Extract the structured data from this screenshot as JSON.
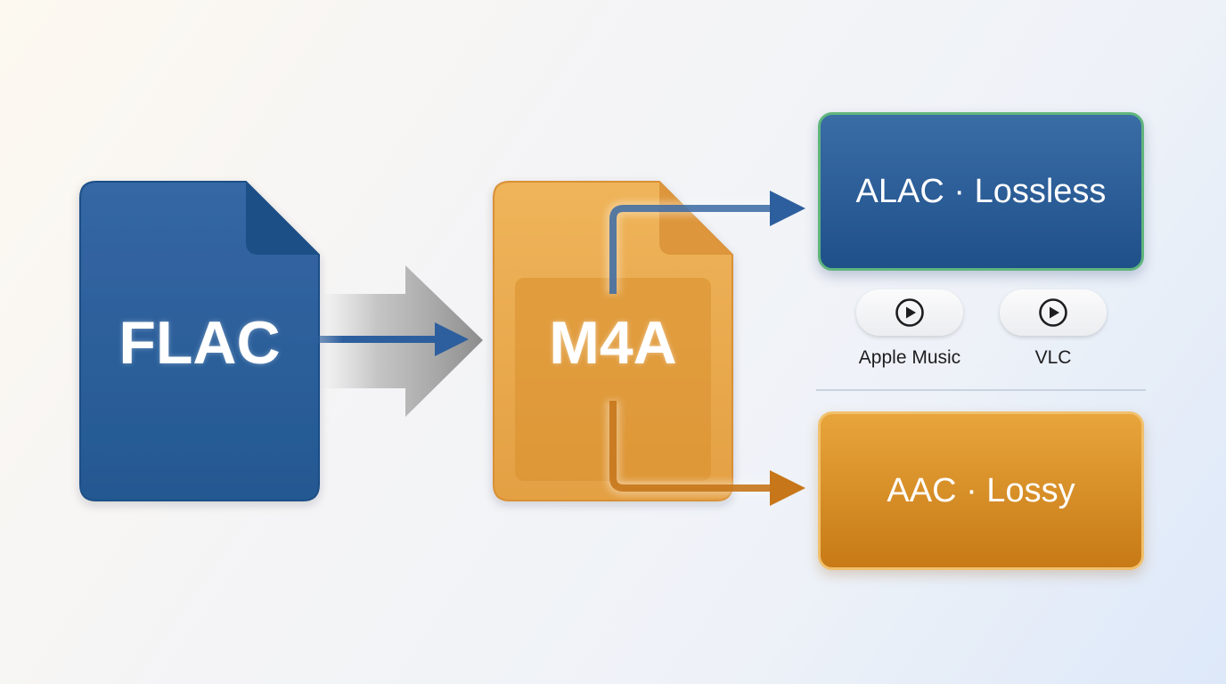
{
  "source_file": {
    "label": "FLAC",
    "color": "#2b5f9b"
  },
  "container_file": {
    "label": "M4A",
    "color": "#e9a745"
  },
  "outputs": [
    {
      "label": "ALAC · Lossless",
      "fill": "#2a5d98",
      "border": "#5fb57c"
    },
    {
      "label": "AAC · Lossy",
      "fill": "#da8f28",
      "border": "#f1c06c"
    }
  ],
  "players": [
    {
      "name": "Apple Music",
      "icon": "play-circle-icon"
    },
    {
      "name": "VLC",
      "icon": "play-circle-icon"
    }
  ],
  "arrow_colors": {
    "blue": "#2d5f9e",
    "gray": "#8e8e8e",
    "orange": "#c7761a"
  }
}
